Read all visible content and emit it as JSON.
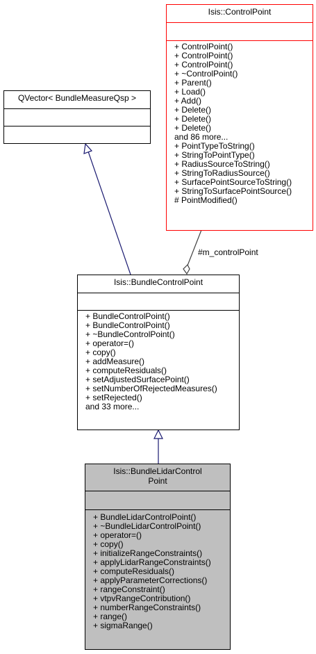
{
  "control_point": {
    "title": "Isis::ControlPoint",
    "methods": [
      "+ ControlPoint()",
      "+ ControlPoint()",
      "+ ControlPoint()",
      "+ ~ControlPoint()",
      "+ Parent()",
      "+ Load()",
      "+ Add()",
      "+ Delete()",
      "+ Delete()",
      "+ Delete()",
      "and 86 more...",
      "+ PointTypeToString()",
      "+ StringToPointType()",
      "+ RadiusSourceToString()",
      "+ StringToRadiusSource()",
      "+ SurfacePointSourceToString()",
      "+ StringToSurfacePointSource()",
      "# PointModified()"
    ]
  },
  "qvector": {
    "title": "QVector< BundleMeasureQsp >"
  },
  "bundle_control_point": {
    "title": "Isis::BundleControlPoint",
    "methods": [
      "+ BundleControlPoint()",
      "+ BundleControlPoint()",
      "+ ~BundleControlPoint()",
      "+ operator=()",
      "+ copy()",
      "+ addMeasure()",
      "+ computeResiduals()",
      "+ setAdjustedSurfacePoint()",
      "+ setNumberOfRejectedMeasures()",
      "+ setRejected()",
      "and 33 more..."
    ]
  },
  "bundle_lidar_control_point": {
    "title_line1": "Isis::BundleLidarControl",
    "title_line2": "Point",
    "methods": [
      "+ BundleLidarControlPoint()",
      "+ ~BundleLidarControlPoint()",
      "+ operator=()",
      "+ copy()",
      "+ initializeRangeConstraints()",
      "+ applyLidarRangeConstraints()",
      "+ computeResiduals()",
      "+ applyParameterCorrections()",
      "+ rangeConstraint()",
      "+ vtpvRangeContribution()",
      "+ numberRangeConstraints()",
      "+ range()",
      "+ sigmaRange()"
    ]
  },
  "edges": {
    "aggregation_label": "#m_controlPoint"
  },
  "colors": {
    "inheritance_edge": "#191970",
    "aggregation_edge": "#404040",
    "highlight_fill": "#bfbfbf",
    "external_border": "#ff0000"
  }
}
